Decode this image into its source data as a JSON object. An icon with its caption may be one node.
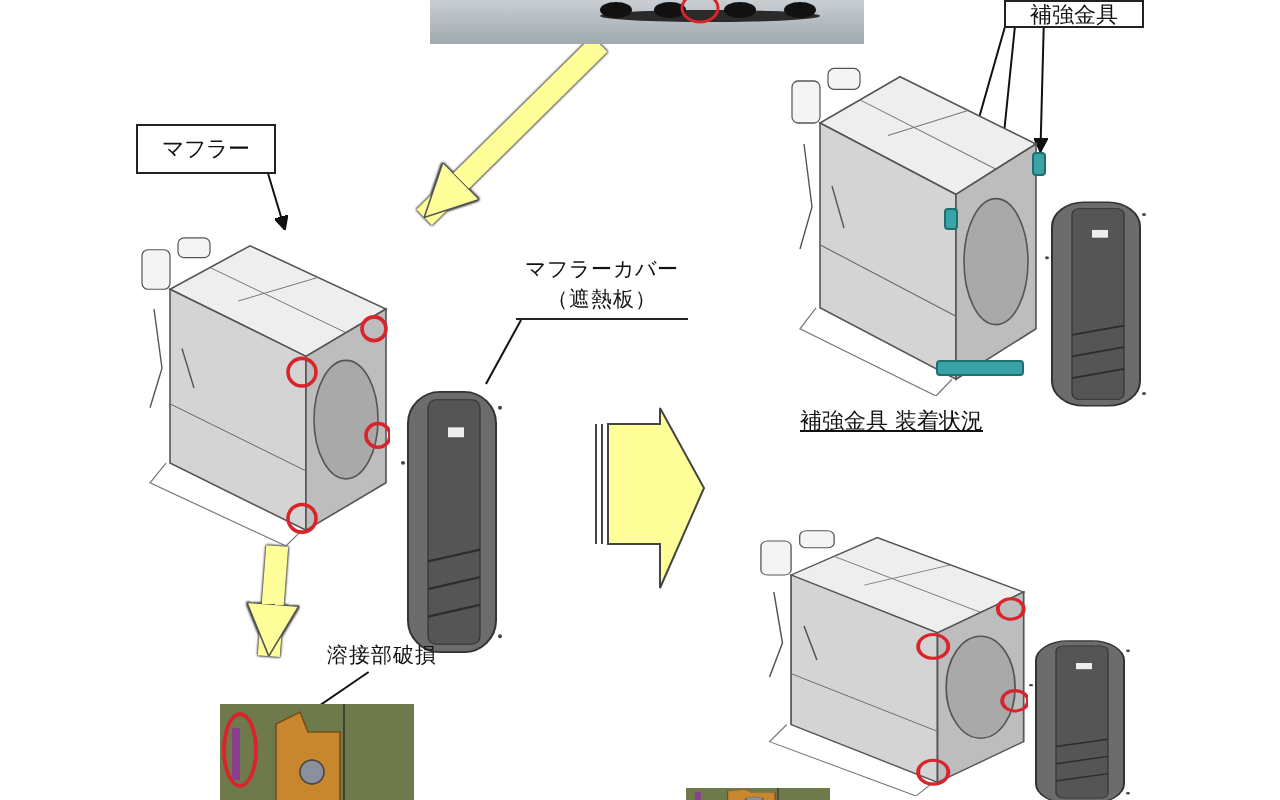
{
  "diagram": {
    "nodes": [
      {
        "text": [],
        "shape": "picture"
      },
      {
        "text": [
          "補強金具"
        ]
      },
      {
        "text": [
          "マフラー"
        ]
      },
      {
        "text": [],
        "shape": "picture"
      },
      {
        "text": [],
        "shape": "bar",
        "in": 3
      },
      {
        "text": [],
        "shape": "bar",
        "in": 3
      },
      {
        "text": [],
        "shape": "bar",
        "in": 3
      },
      {
        "text": [],
        "shape": "picture"
      },
      {
        "text": [
          "マフラーカバー（遮熱板）"
        ]
      },
      {
        "text": [],
        "shape": "picture"
      },
      {
        "text": [],
        "shape": "picture"
      },
      {
        "text": [],
        "shape": "picture"
      },
      {
        "text": [],
        "shape": "picture"
      },
      {
        "text": [
          "溶接部破損"
        ]
      },
      {
        "text": [],
        "shape": "picture"
      },
      {
        "text": [],
        "shape": "circle",
        "in": 14
      },
      {
        "text": [],
        "shape": "picture"
      }
    ],
    "edges": [
      {
        "from": 0,
        "to": 7,
        "arrow": "to",
        "style": "thick",
        "color": "#ffff99"
      },
      {
        "from": 1,
        "to": 4,
        "arrow": "to"
      },
      {
        "from": 1,
        "to": 6,
        "arrow": "to"
      },
      {
        "from": 1,
        "to": 5,
        "arrow": "to"
      },
      {
        "from": 2,
        "to": 7,
        "arrow": "to"
      },
      {
        "from": 8,
        "to": 10,
        "arrow": "none"
      },
      {
        "from": 7,
        "to": 14,
        "arrow": "to",
        "style": "thick",
        "color": "#ffff99"
      },
      {
        "from": 13,
        "to": 15,
        "arrow": "to"
      }
    ],
    "labels": [
      "補強金具 装着状況"
    ]
  }
}
